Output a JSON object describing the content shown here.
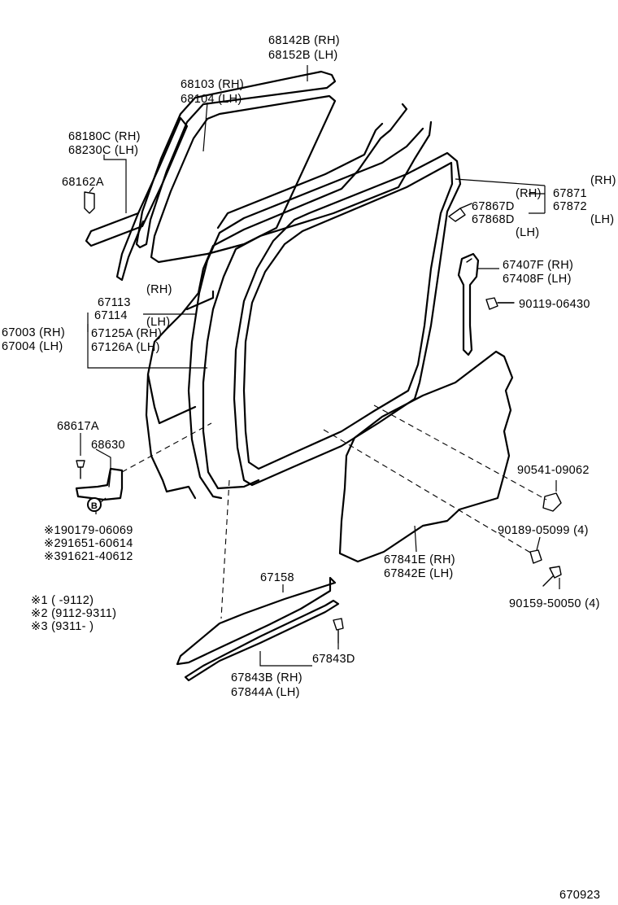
{
  "labels": {
    "p68142B": "68142B (RH)",
    "p68152B": "68152B (LH)",
    "p68103": "68103 (RH)",
    "p68104": "68104 (LH)",
    "p68180C": "68180C (RH)",
    "p68230C": "68230C (LH)",
    "p68162A": "68162A",
    "p67113": "67113",
    "rh_67113": "(RH)",
    "p67114": "67114",
    "lh_67114": "(LH)",
    "p67003": "67003 (RH)",
    "p67004": "67004 (LH)",
    "p67125A": "67125A (RH)",
    "p67126A": "67126A (LH)",
    "rh_67871": "(RH)",
    "p67871": "67871",
    "p67872": "67872",
    "lh_67872": "(LH)",
    "rh_67867D": "(RH)",
    "p67867D": "67867D",
    "p67868D": "67868D",
    "lh_67868D": "(LH)",
    "p67407F": "67407F (RH)",
    "p67408F": "67408F (LH)",
    "p90119": "90119-06430",
    "p68617A": "68617A",
    "p68630": "68630",
    "s1_part": "※190179-06069",
    "s2_part": "※291651-60614",
    "s3_part": "※391621-40612",
    "note1": "※1 (      -9112)",
    "note2": "※2 (9112-9311)",
    "note3": "※3 (9311-       )",
    "p90541": "90541-09062",
    "p90189": "90189-05099 (4)",
    "p67841E": "67841E (RH)",
    "p67842E": "67842E (LH)",
    "p90159": "90159-50050 (4)",
    "p67158": "67158",
    "p67843D": "67843D",
    "p67843B": "67843B (RH)",
    "p67844A": "67844A (LH)",
    "ref_b": "B",
    "diagram_no": "670923"
  }
}
